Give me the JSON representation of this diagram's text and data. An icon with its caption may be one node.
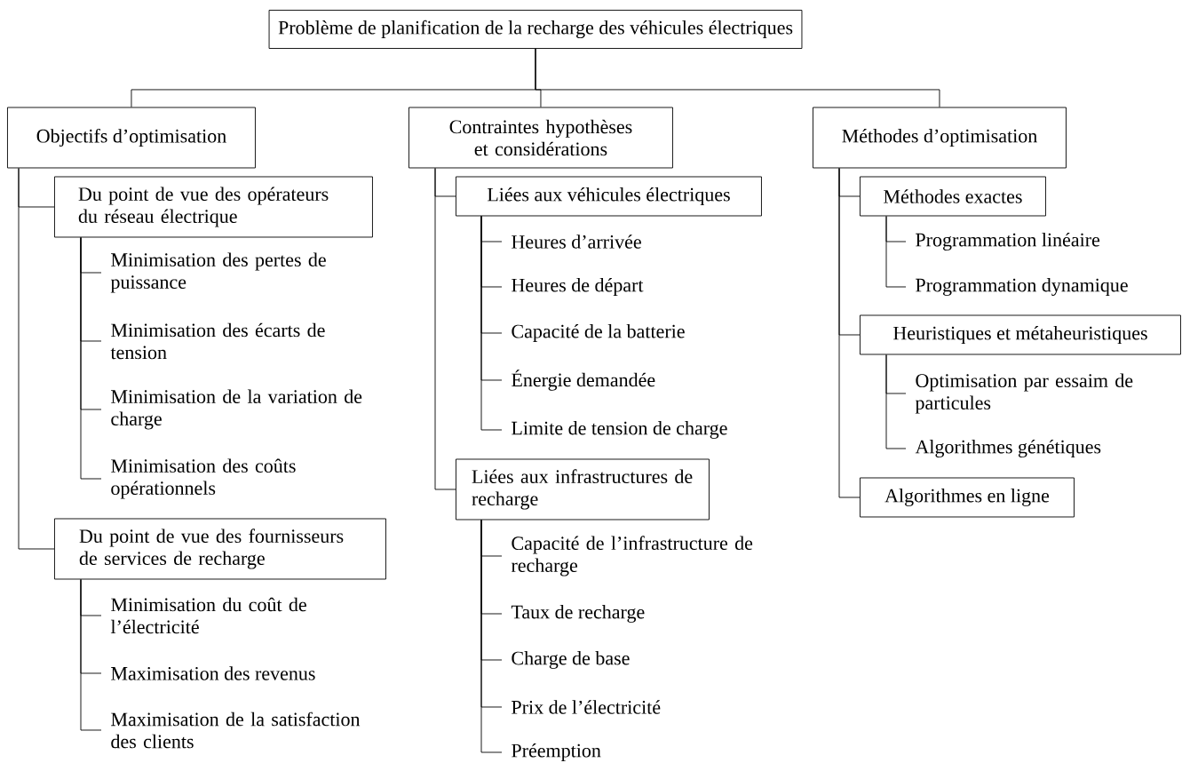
{
  "diagram": {
    "nodes": [
      {
        "text": [
          "Problème de planification de la recharge des véhicules électriques"
        ]
      },
      {
        "text": [
          "Objectifs d’optimisation"
        ]
      },
      {
        "text": [
          "Du point de vue des opérateurs du réseau électrique"
        ]
      },
      {
        "text": [
          "Minimisation des pertes de puissance"
        ]
      },
      {
        "text": [
          "Minimisation des écarts de tension"
        ]
      },
      {
        "text": [
          "Minimisation de la variation de charge"
        ]
      },
      {
        "text": [
          "Minimisation des coûts opérationnels"
        ]
      },
      {
        "text": [
          "Du point de vue des fournisseurs de services de recharge"
        ]
      },
      {
        "text": [
          "Minimisation du coût de l’électricité"
        ]
      },
      {
        "text": [
          "Maximisation des revenus"
        ]
      },
      {
        "text": [
          "Maximisation de la satisfaction des clients"
        ]
      },
      {
        "text": [
          "Contraintes hypothèses et considérations"
        ]
      },
      {
        "text": [
          "Liées aux véhicules électriques"
        ]
      },
      {
        "text": [
          "Heures d’arrivée"
        ]
      },
      {
        "text": [
          "Heures de départ"
        ]
      },
      {
        "text": [
          "Capacité de la batterie"
        ]
      },
      {
        "text": [
          "Énergie demandée"
        ]
      },
      {
        "text": [
          "Limite de tension de charge"
        ]
      },
      {
        "text": [
          "Liées aux infrastructures de recharge"
        ]
      },
      {
        "text": [
          "Capacité de l’infrastructure de recharge"
        ]
      },
      {
        "text": [
          "Taux de recharge"
        ]
      },
      {
        "text": [
          "Charge de base"
        ]
      },
      {
        "text": [
          "Prix de l’électricité"
        ]
      },
      {
        "text": [
          "Préemption"
        ]
      },
      {
        "text": [
          "Méthodes d’optimisation"
        ]
      },
      {
        "text": [
          "Méthodes exactes"
        ]
      },
      {
        "text": [
          "Programmation linéaire"
        ]
      },
      {
        "text": [
          "Programmation dynamique"
        ]
      },
      {
        "text": [
          "Heuristiques et métaheuristiques"
        ]
      },
      {
        "text": [
          "Optimisation par essaim de particules"
        ]
      },
      {
        "text": [
          "Algorithmes génétiques"
        ]
      },
      {
        "text": [
          "Algorithmes en ligne"
        ]
      }
    ],
    "edges": [
      {
        "from": 0,
        "to": 1,
        "arrow": "none"
      },
      {
        "from": 0,
        "to": 11,
        "arrow": "none"
      },
      {
        "from": 0,
        "to": 24,
        "arrow": "none"
      },
      {
        "from": 1,
        "to": 2,
        "arrow": "none"
      },
      {
        "from": 1,
        "to": 7,
        "arrow": "none"
      },
      {
        "from": 2,
        "to": 3,
        "arrow": "none"
      },
      {
        "from": 2,
        "to": 4,
        "arrow": "none"
      },
      {
        "from": 2,
        "to": 5,
        "arrow": "none"
      },
      {
        "from": 2,
        "to": 6,
        "arrow": "none"
      },
      {
        "from": 7,
        "to": 8,
        "arrow": "none"
      },
      {
        "from": 7,
        "to": 9,
        "arrow": "none"
      },
      {
        "from": 7,
        "to": 10,
        "arrow": "none"
      },
      {
        "from": 11,
        "to": 12,
        "arrow": "none"
      },
      {
        "from": 11,
        "to": 18,
        "arrow": "none"
      },
      {
        "from": 12,
        "to": 13,
        "arrow": "none"
      },
      {
        "from": 12,
        "to": 14,
        "arrow": "none"
      },
      {
        "from": 12,
        "to": 15,
        "arrow": "none"
      },
      {
        "from": 12,
        "to": 16,
        "arrow": "none"
      },
      {
        "from": 12,
        "to": 17,
        "arrow": "none"
      },
      {
        "from": 18,
        "to": 19,
        "arrow": "none"
      },
      {
        "from": 18,
        "to": 20,
        "arrow": "none"
      },
      {
        "from": 18,
        "to": 21,
        "arrow": "none"
      },
      {
        "from": 18,
        "to": 22,
        "arrow": "none"
      },
      {
        "from": 18,
        "to": 23,
        "arrow": "none"
      },
      {
        "from": 24,
        "to": 25,
        "arrow": "none"
      },
      {
        "from": 24,
        "to": 28,
        "arrow": "none"
      },
      {
        "from": 24,
        "to": 31,
        "arrow": "none"
      },
      {
        "from": 25,
        "to": 26,
        "arrow": "none"
      },
      {
        "from": 25,
        "to": 27,
        "arrow": "none"
      },
      {
        "from": 28,
        "to": 29,
        "arrow": "none"
      },
      {
        "from": 28,
        "to": 30,
        "arrow": "none"
      }
    ]
  }
}
